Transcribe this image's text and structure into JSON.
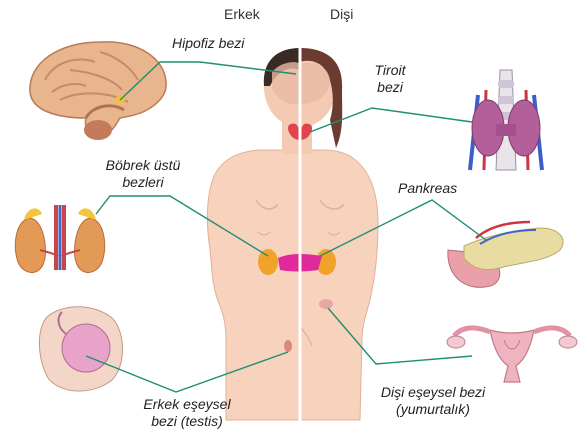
{
  "header": {
    "male": "Erkek",
    "female": "Dişi"
  },
  "labels": {
    "pituitary": "Hipofiz bezi",
    "thyroid_1": "Tiroit",
    "thyroid_2": "bezi",
    "adrenal_1": "Böbrek üstü",
    "adrenal_2": "bezleri",
    "pancreas": "Pankreas",
    "male_gonad_1": "Erkek eşeysel",
    "male_gonad_2": "bezi (testis)",
    "female_gonad_1": "Dişi eşeysel bezi",
    "female_gonad_2": "(yumurtalık)"
  },
  "colors": {
    "skin": "#f7d2bd",
    "skin_shade": "#eab69c",
    "leader_line": "#1f8f73",
    "hair_male": "#3a2a26",
    "hair_female": "#6b3b31",
    "thyroid": "#e2434b",
    "adrenal": "#f0a22a",
    "pancreas": "#e02a9c"
  }
}
